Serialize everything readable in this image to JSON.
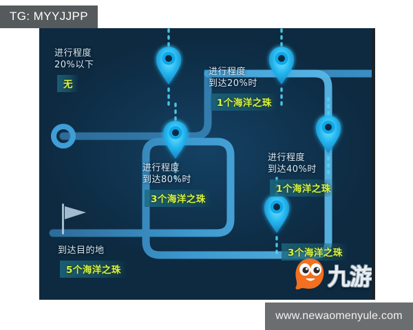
{
  "watermarks": {
    "tg_tag": "TG: MYYJJPP",
    "url": "www.newaomenyule.com",
    "logo_text": "九游",
    "logo_name": "jiuyou-logo"
  },
  "panel": {
    "background_color": "#0d2a41",
    "path_color": "#3d9fd6",
    "pin_color": "#2bc4f3",
    "label_color": "#d9e9f5",
    "reward_color": "#d8f542"
  },
  "milestones": [
    {
      "id": "tier-under-20",
      "progress_label": "进行程度",
      "threshold_label": "20%以下",
      "reward": "无",
      "has_pin": false
    },
    {
      "id": "tier-20",
      "progress_label": "进行程度",
      "threshold_label": "到达20%时",
      "reward": "1个海洋之珠",
      "has_pin": true
    },
    {
      "id": "tier-40",
      "progress_label": "进行程度",
      "threshold_label": "到达40%时",
      "reward": "1个海洋之珠",
      "has_pin": true
    },
    {
      "id": "tier-60",
      "progress_label": "",
      "threshold_label": "",
      "reward": "3个海洋之珠",
      "has_pin": true
    },
    {
      "id": "tier-80",
      "progress_label": "进行程度",
      "threshold_label": "到达80%时",
      "reward": "3个海洋之珠",
      "has_pin": true
    },
    {
      "id": "destination",
      "progress_label": "",
      "threshold_label": "到达目的地",
      "reward": "5个海洋之珠",
      "has_pin": false
    }
  ]
}
